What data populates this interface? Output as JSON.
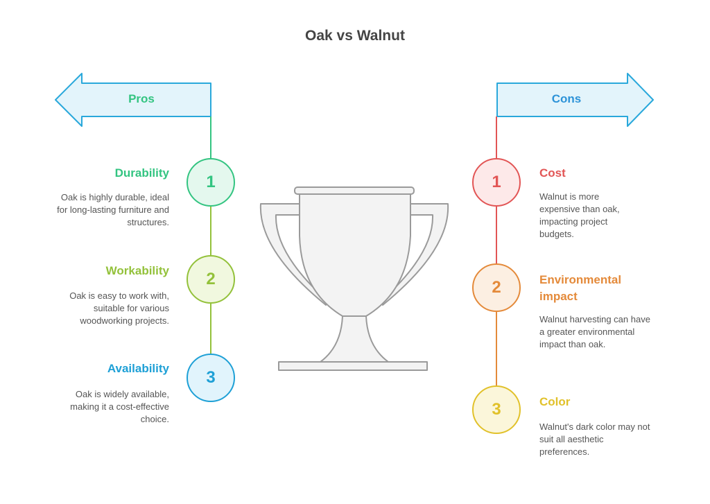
{
  "title": "Oak vs Walnut",
  "colors": {
    "green": "#33c481",
    "lime": "#93c13a",
    "blue": "#1ea0d6",
    "red": "#e25555",
    "orange": "#e48a3a",
    "yellow": "#e1c12a",
    "arrow_fill": "#e3f4fb",
    "arrow_stroke": "#29a8db",
    "trophy_stroke": "#9a9a9a",
    "trophy_fill": "#f3f3f3"
  },
  "pros": {
    "label": "Pros",
    "items": [
      {
        "num": "1",
        "title": "Durability",
        "desc": "Oak is highly durable, ideal for long-lasting furniture and structures."
      },
      {
        "num": "2",
        "title": "Workability",
        "desc": "Oak is easy to work with, suitable for various woodworking projects."
      },
      {
        "num": "3",
        "title": "Availability",
        "desc": "Oak is widely available, making it a cost-effective choice."
      }
    ]
  },
  "cons": {
    "label": "Cons",
    "items": [
      {
        "num": "1",
        "title": "Cost",
        "desc": "Walnut is more expensive than oak, impacting project budgets."
      },
      {
        "num": "2",
        "title": "Environmental impact",
        "desc": "Walnut harvesting can have a greater environmental impact than oak."
      },
      {
        "num": "3",
        "title": "Color",
        "desc": "Walnut's dark color may not suit all aesthetic preferences."
      }
    ]
  }
}
